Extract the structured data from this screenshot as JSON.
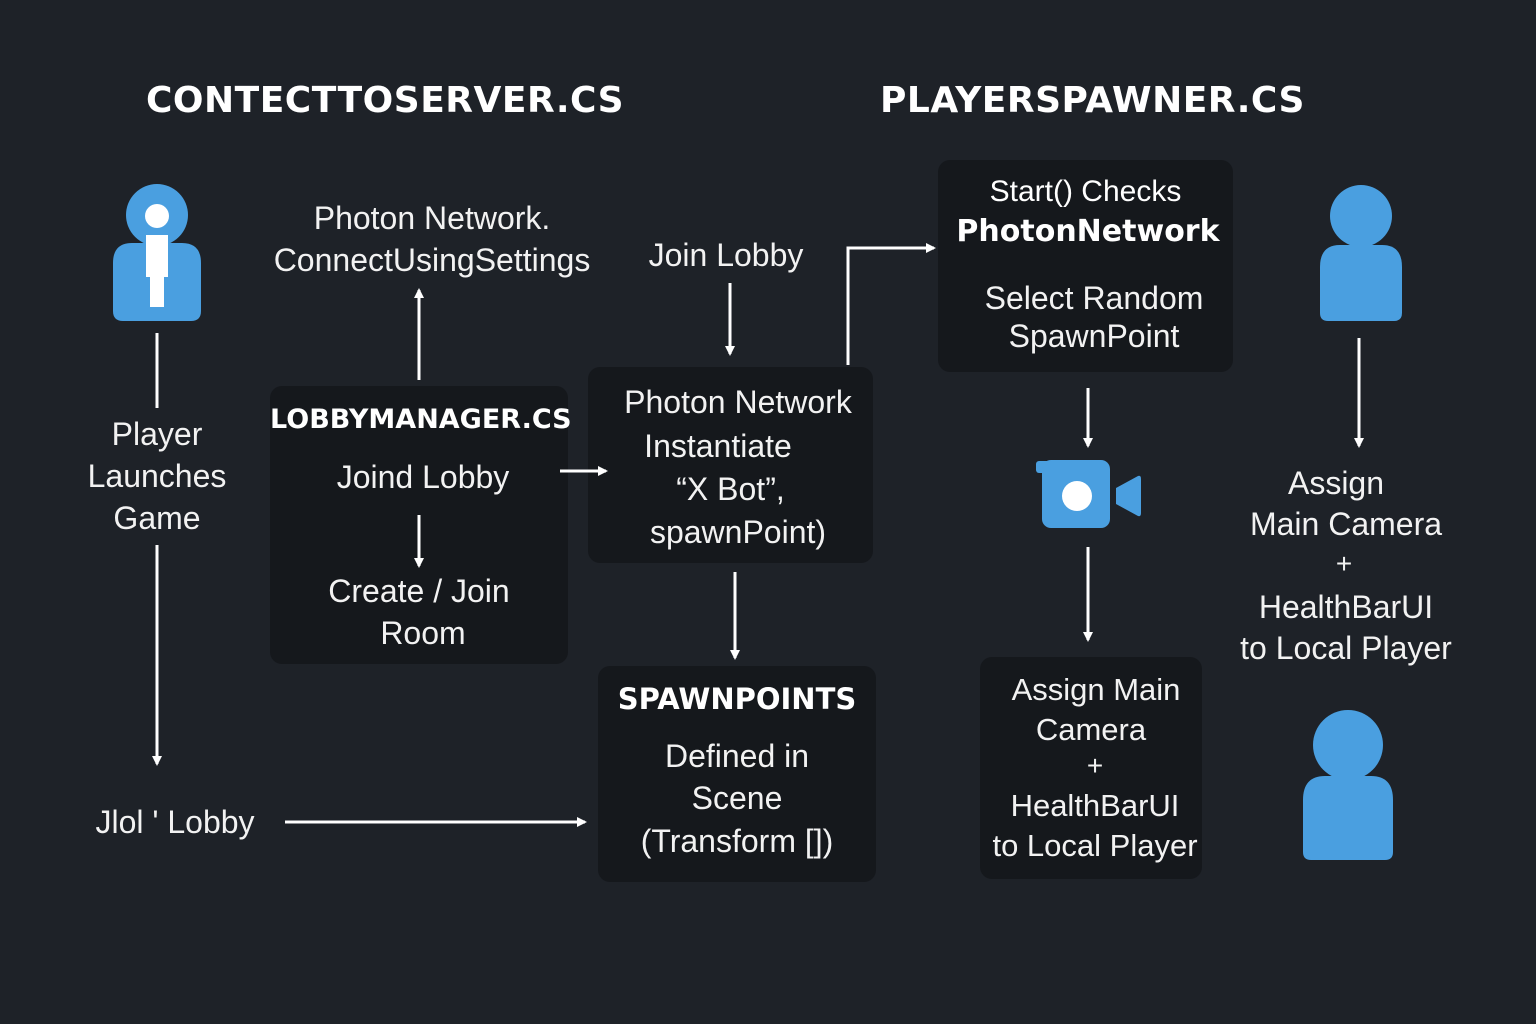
{
  "titles": {
    "left": "CONTECTTOSERVER.CS",
    "right": "PLAYERSPAWNER.CS"
  },
  "steps": {
    "player_launches": [
      "Player",
      "Launches",
      "Game"
    ],
    "connect_using_settings": [
      "Photon Network.",
      "ConnectUsingSettings"
    ],
    "join_lobby_top": "Join Lobby",
    "join_lobby_bottom": "Jlol ' Lobby"
  },
  "lobby_manager": {
    "header": "LOBBYMANAGER.CS",
    "join": "Joind Lobby",
    "create_join": [
      "Create / Join",
      "Room"
    ]
  },
  "instantiate": {
    "lines": [
      "Photon Network",
      "Instantiate",
      "“X Bot”,",
      "spawnPoint)"
    ]
  },
  "spawnpoints": {
    "header": "SPAWNPOINTS",
    "lines": [
      "Defined in",
      "Scene",
      "(Transform [])"
    ]
  },
  "start_checks": {
    "header": [
      "Start() Checks",
      "PhotonNetwork"
    ],
    "lines": [
      "Select Random",
      "SpawnPoint"
    ]
  },
  "assign_box": {
    "lines": [
      "Assign Main",
      "Camera",
      "+",
      "HealthBarUI",
      "to Local Player"
    ]
  },
  "assign_right": {
    "lines": [
      "Assign",
      "Main Camera",
      "+",
      "HealthBarUI",
      "to Local Player"
    ]
  },
  "colors": {
    "background": "#1e2228",
    "box": "#15181c",
    "icon_blue": "#4a9fe0",
    "text": "#f2f2f2"
  },
  "icons": [
    "player-icon",
    "camera-icon",
    "user-icon"
  ]
}
